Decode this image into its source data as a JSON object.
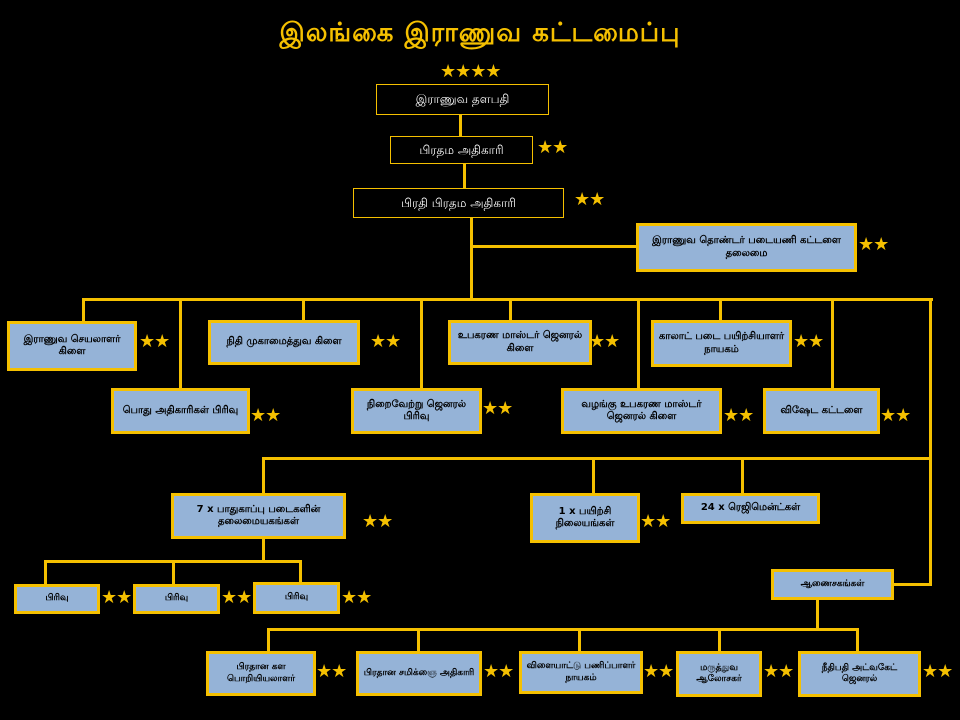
{
  "title": "இலங்கை இராணுவ கட்டமைப்பு",
  "colors": {
    "accent": "#f5c000",
    "box_fill": "#95b3d7",
    "background": "#000000"
  },
  "stars": {
    "four": "★★★★",
    "two": "★★"
  },
  "nodes": {
    "commander": "இராணுவ தளபதி",
    "chief_of_staff": "பிரதம அதிகாரி",
    "deputy_chief_of_staff": "பிரதி பிரதம அதிகாரி",
    "volunteer_force": "இராணுவ தொண்டர் படையணி கட்டளை தலைமை",
    "army_secretary": "இராணுவ செயலாளர் கிளை",
    "general_staff": "நிதி முகாமைத்துவ கிளை",
    "adjutant_general": "உபகரண மாஸ்டர் ஜெனரல் கிளை",
    "training": "காலாட் படை பயிற்சியாளர் நாயகம்",
    "officers_branch": "பொது அதிகாரிகள் பிரிவு",
    "general_ops": "நிறைவேற்று ஜெனரல் பிரிவு",
    "master_general": "வழங்கு உபகரண மாஸ்டர் ஜெனரல் கிளை",
    "special_command": "விஷேட கட்டளை",
    "regional_hq": "7 x பாதுகாப்பு படைகளின் தலைமையகங்கள்",
    "training_centre": "1 x பயிற்சி நிலையங்கள்",
    "regiments": "24 x ரெஜிமென்ட்கள்",
    "division_1": "பிரிவு",
    "division_2": "பிரிவு",
    "division_3": "பிரிவு",
    "directorates": "ஆணைசகங்கள்",
    "chief_engineer": "பிரதான கள பொறியியலாளர்",
    "chief_signals": "பிரதான சமிக்ஞை அதிகாரி",
    "sports_director": "விளையாட்டு பணிப்பாளர் நாயகம்",
    "medical": "மருத்துவ ஆலோசகர்",
    "judge_advocate": "நீதிபதி அட்வகேட் ஜெனரல்"
  }
}
